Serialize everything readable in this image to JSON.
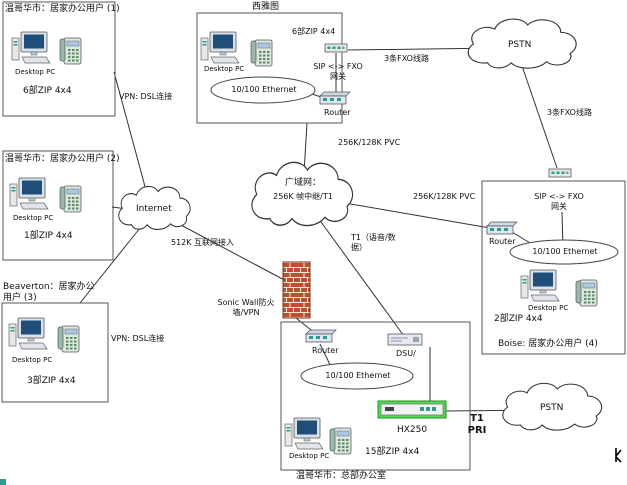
{
  "diagram": {
    "colors": {
      "line": "#333333",
      "brick": "#b9512e",
      "pbx_highlight": "#54d954",
      "screen_blue": "#1f4e79",
      "accent_teal": "#2a9d8f"
    },
    "nodes": {
      "home_office_1": {
        "title": "温哥华市：居家办公用户 (1)",
        "pc": "Desktop PC",
        "zip_phones": "6部ZIP 4x4"
      },
      "seattle_office": {
        "title": "西雅图",
        "pc": "Desktop PC",
        "zip_phones": "6部ZIP 4x4",
        "gateway": "SIP <-> FXO 网关",
        "lan": "10/100 Ethernet",
        "router": "Router"
      },
      "pstn_top": {
        "label": "PSTN"
      },
      "home_office_2": {
        "title": "温哥华市：居家办公用户 (2)",
        "pc": "Desktop PC",
        "zip_phones": "1部ZIP 4x4"
      },
      "internet": {
        "label": "Internet"
      },
      "wan": {
        "title": "广域网：",
        "subtitle": "256K 帧中继/T1"
      },
      "boise_office": {
        "title": "Boise: 居家办公用户 (4)",
        "gateway": "SIP <-> FXO 网关",
        "router": "Router",
        "lan": "10/100 Ethernet",
        "pc": "Desktop PC",
        "zip_phones": "2部ZIP 4x4"
      },
      "beaverton_office": {
        "title": "Beaverton：居家办公用户 (3)",
        "pc": "Desktop PC",
        "zip_phones": "3部ZIP 4x4"
      },
      "firewall": {
        "label": "Sonic Wall防火墙/VPN"
      },
      "headquarters": {
        "title": "温哥华市：总部办公室",
        "router": "Router",
        "dsu": "DSU/",
        "lan": "10/100 Ethernet",
        "pc": "Desktop PC",
        "zip_phones": "15部ZIP 4x4",
        "pbx": "HX250"
      },
      "pstn_bottom": {
        "label": "PSTN"
      }
    },
    "links": {
      "home1_internet": "VPN: DSL连接",
      "internet_beaverton": "VPN: DSL连接",
      "internet_firewall": "512K 互联网接入",
      "seattle_wan": "256K/128K PVC",
      "wan_boise": "256K/128K PVC",
      "seattle_pstn": "3条FXO线路",
      "pstn_boise": "3条FXO线路",
      "wan_hq": "T1（语音/数据）",
      "hx250_pstn": "T1 PRI"
    }
  }
}
